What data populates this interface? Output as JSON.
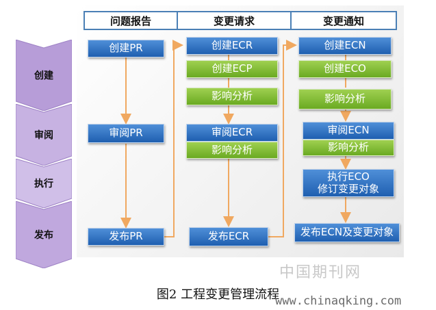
{
  "headers": [
    "问题报告",
    "变更请求",
    "变更通知"
  ],
  "stages": [
    "创建",
    "审阅",
    "执行",
    "发布"
  ],
  "problem_report": {
    "create": "创建PR",
    "review": "审阅PR",
    "publish": "发布PR"
  },
  "change_request": {
    "create_ecr": "创建ECR",
    "create_ecp": "创建ECP",
    "impact1": "影响分析",
    "review_ecr": "审阅ECR",
    "impact2": "影响分析",
    "publish": "发布ECR"
  },
  "change_notice": {
    "create_ecn": "创建ECN",
    "create_eco": "创建ECO",
    "impact1": "影响分析",
    "review_ecn": "审阅ECN",
    "impact2": "影响分析",
    "exec_line1": "执行ECO",
    "exec_line2": "修订变更对象",
    "publish": "发布ECN及变更对象"
  },
  "caption": "图2  工程变更管理流程",
  "watermark": {
    "cn": "中国期刊网",
    "url": "www.chinaqking.com"
  },
  "colors": {
    "blue_box": "#2f6fc0",
    "green_box": "#7dbb33",
    "arrow": "#f0a860",
    "header_border": "#4a7fb5",
    "chevron": "#b9a0d8"
  }
}
